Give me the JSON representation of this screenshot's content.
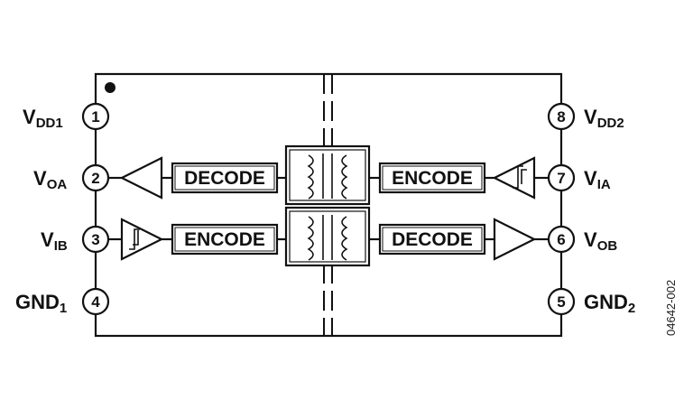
{
  "pins": [
    {
      "num": "1",
      "name": "V",
      "sub": "DD1"
    },
    {
      "num": "2",
      "name": "V",
      "sub": "OA"
    },
    {
      "num": "3",
      "name": "V",
      "sub": "IB"
    },
    {
      "num": "4",
      "name": "GND",
      "sub": "1"
    },
    {
      "num": "5",
      "name": "GND",
      "sub": "2"
    },
    {
      "num": "6",
      "name": "V",
      "sub": "OB"
    },
    {
      "num": "7",
      "name": "V",
      "sub": "IA"
    },
    {
      "num": "8",
      "name": "V",
      "sub": "DD2"
    }
  ],
  "blocks": {
    "top_left": "DECODE",
    "top_right": "ENCODE",
    "bottom_left": "ENCODE",
    "bottom_right": "DECODE"
  },
  "figure_id": "04642-002"
}
